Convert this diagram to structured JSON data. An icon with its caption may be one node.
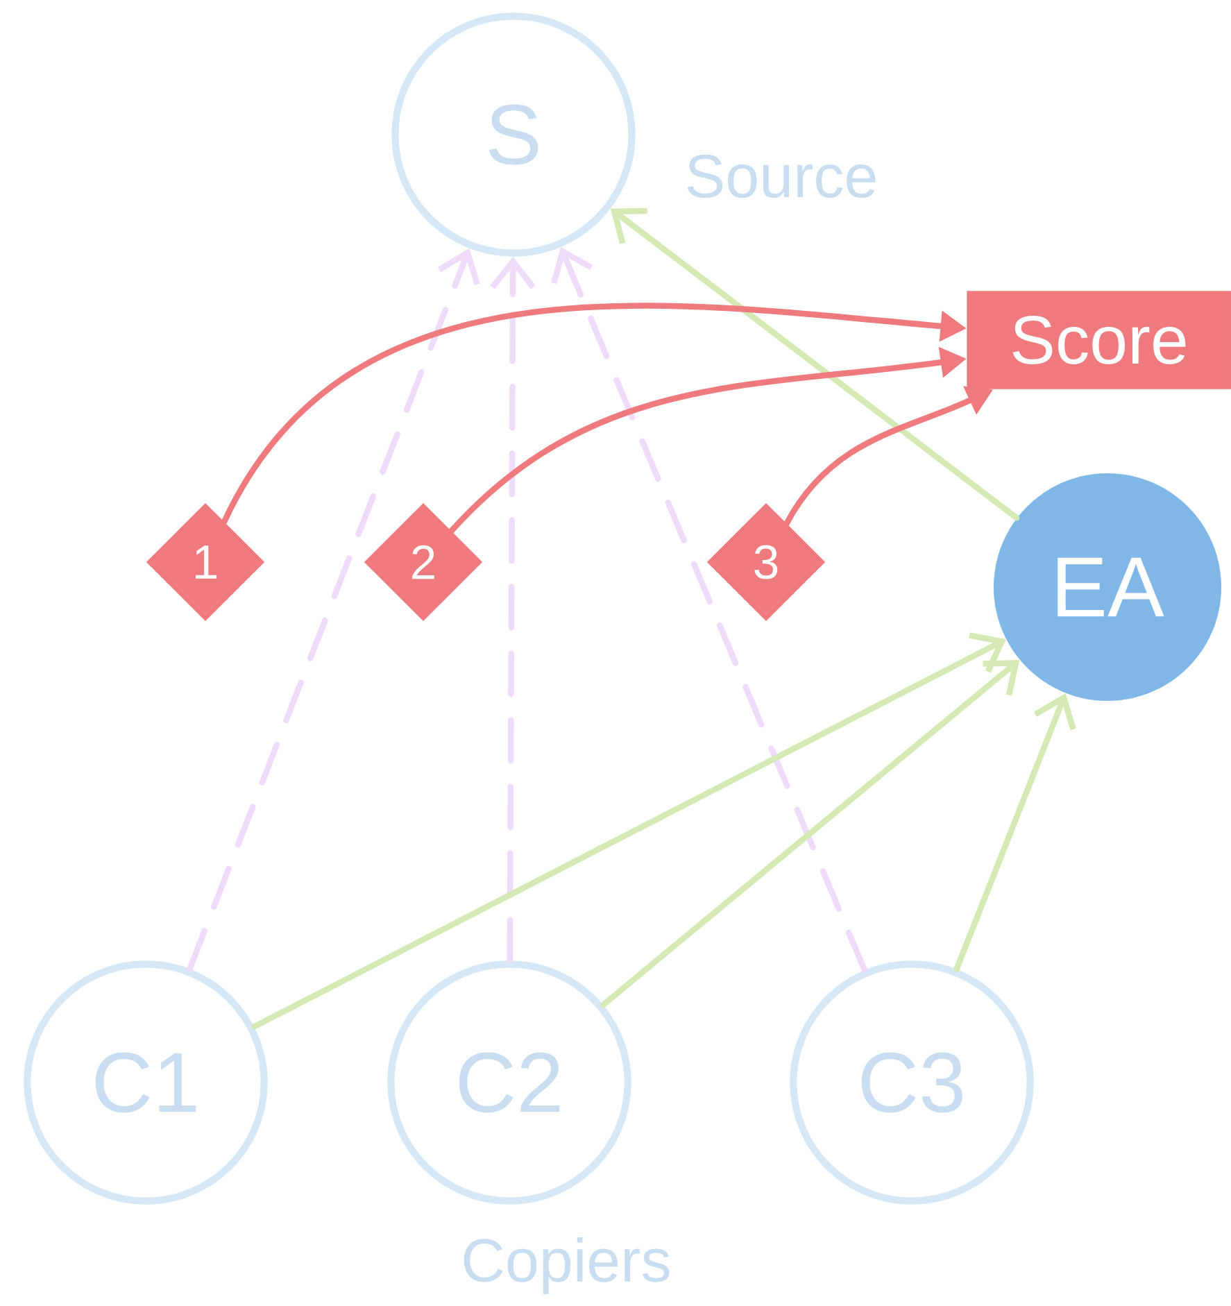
{
  "diagram": {
    "nodes": [
      {
        "text": [
          "S"
        ],
        "beside": [
          "Source"
        ]
      },
      {
        "text": [
          "Score"
        ]
      },
      {
        "text": [
          "1"
        ]
      },
      {
        "text": [
          "2"
        ]
      },
      {
        "text": [
          "3"
        ]
      },
      {
        "text": [
          "EA"
        ]
      },
      {
        "text": [
          "C1"
        ]
      },
      {
        "text": [
          "C2"
        ]
      },
      {
        "text": [
          "C3"
        ]
      }
    ],
    "edges": [
      {
        "from": 6,
        "to": 0,
        "arrow": "to",
        "style": "dashed",
        "color": "#efdcfa"
      },
      {
        "from": 7,
        "to": 0,
        "arrow": "to",
        "style": "dashed",
        "color": "#efdcfa"
      },
      {
        "from": 8,
        "to": 0,
        "arrow": "to",
        "style": "dashed",
        "color": "#efdcfa"
      },
      {
        "from": 6,
        "to": 5,
        "arrow": "to"
      },
      {
        "from": 7,
        "to": 5,
        "arrow": "to"
      },
      {
        "from": 8,
        "to": 5,
        "arrow": "to"
      },
      {
        "from": 5,
        "to": 0,
        "arrow": "to"
      },
      {
        "from": 2,
        "to": 1,
        "arrow": "to",
        "color": "#ef7a7d"
      },
      {
        "from": 3,
        "to": 1,
        "arrow": "to",
        "color": "#ef7a7d"
      },
      {
        "from": 4,
        "to": 1,
        "arrow": "to",
        "color": "#ef7a7d"
      }
    ],
    "labels": [
      "Copiers"
    ]
  }
}
